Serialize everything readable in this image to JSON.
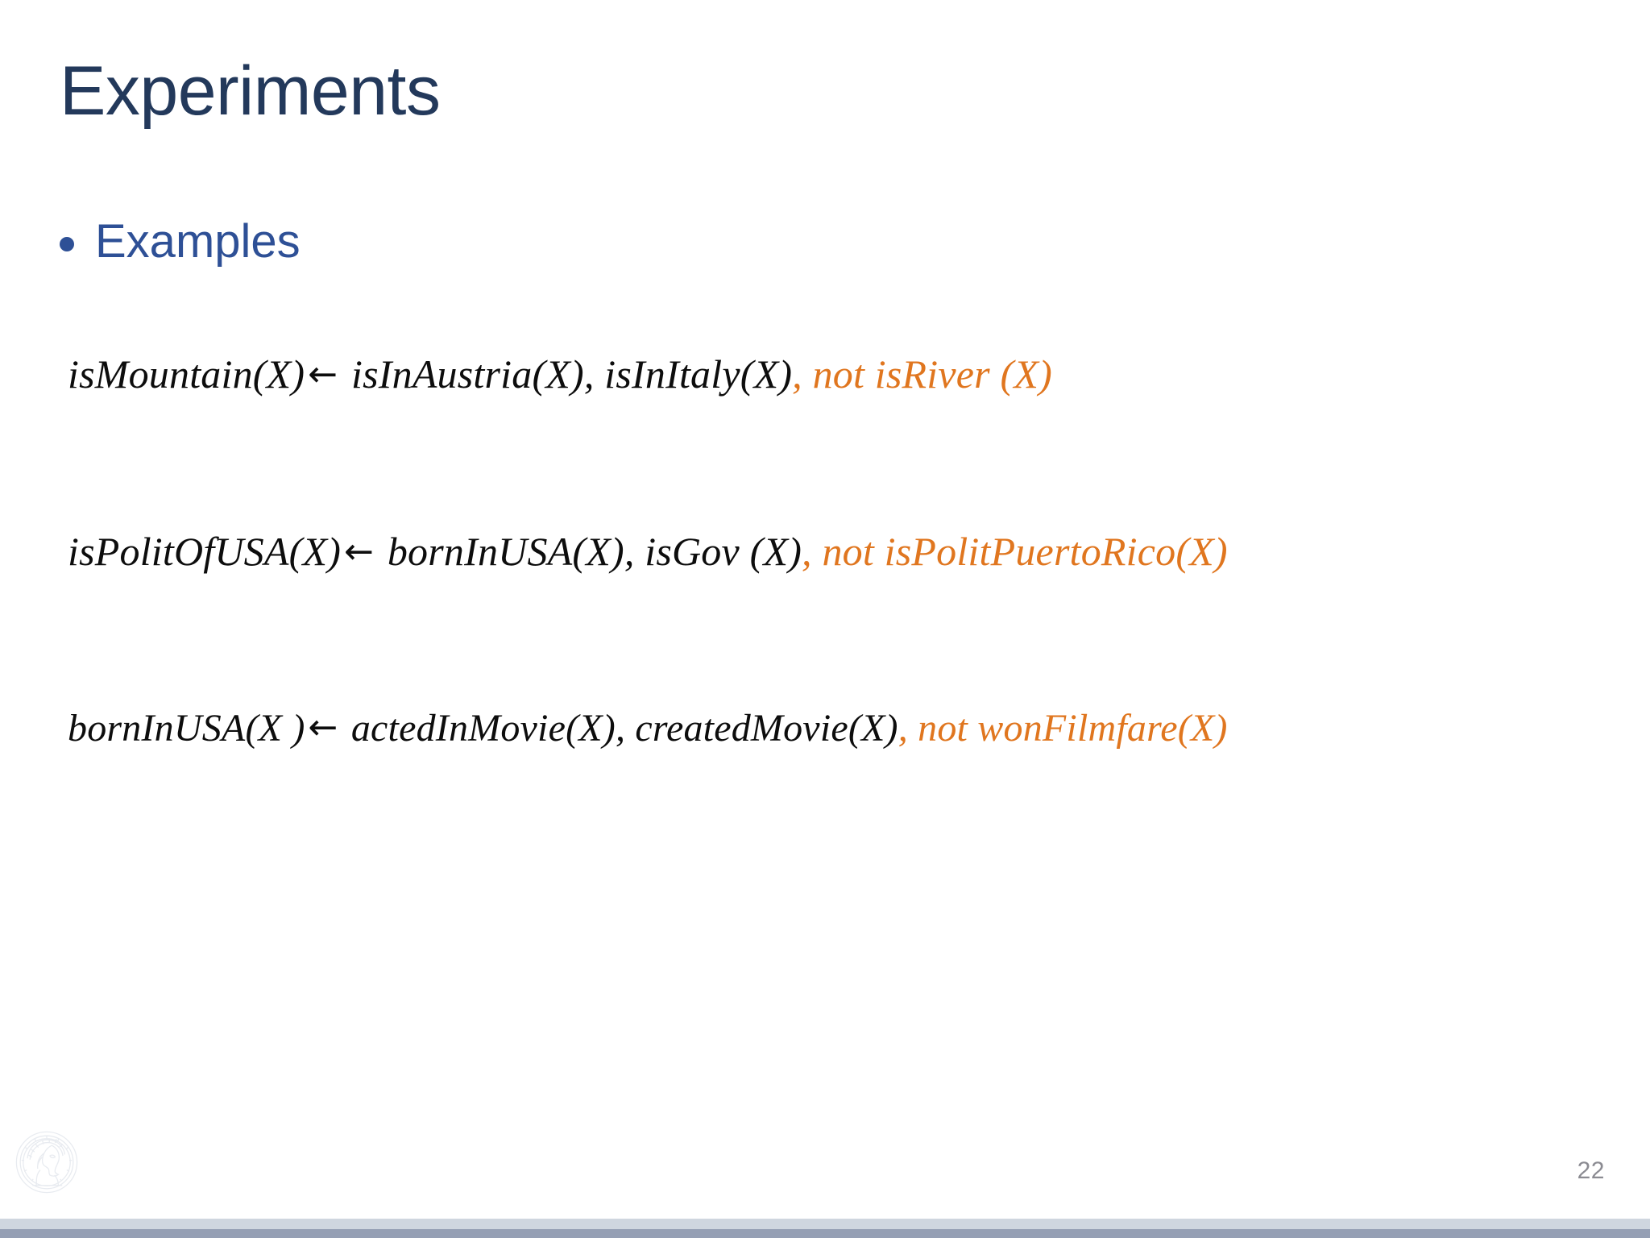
{
  "slide": {
    "title": "Experiments",
    "title_color": "#23395B",
    "background_color": "#FFFFFF"
  },
  "bullets": [
    {
      "label": "Examples",
      "color": "#2E5096",
      "marker": "bullet-dot"
    }
  ],
  "formulas": [
    {
      "id": "formula-1",
      "head": "isMountain(X)",
      "arrow": "←",
      "body": "isInAustria(X), isInItaly(X)",
      "negation": ", not  isRiver (X)",
      "negation_color": "#E0761F"
    },
    {
      "id": "formula-2",
      "head": "isPolitOfUSA(X)",
      "arrow": "←",
      "body": "bornInUSA(X), isGov (X)",
      "negation": ", not isPolitPuertoRico(X)",
      "negation_color": "#E0761F"
    },
    {
      "id": "formula-3",
      "head": "bornInUSA(X )",
      "arrow": "←",
      "body": "actedInMovie(X), createdMovie(X)",
      "negation": ", not wonFilmfare(X)",
      "negation_color": "#E0761F"
    }
  ],
  "footer": {
    "logo_name": "max-planck-minerva-logo",
    "page_number": "22",
    "page_number_color": "#8B8B92",
    "bar_light_color": "#CFD6DF",
    "bar_dark_color": "#959FB4"
  }
}
